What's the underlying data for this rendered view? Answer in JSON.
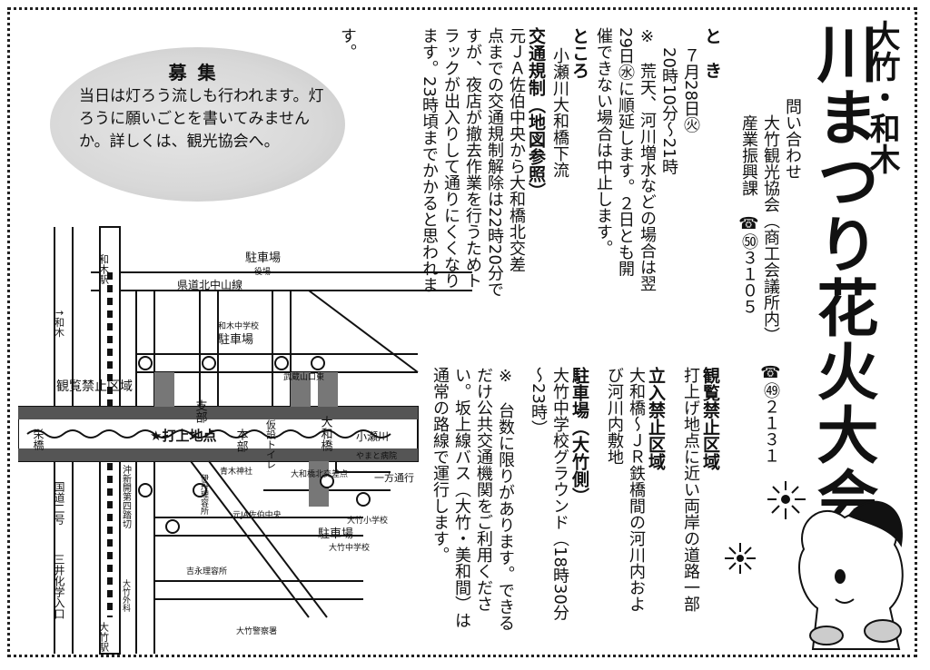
{
  "title": {
    "prefix": "大竹・和木",
    "main": "川まつり花火大会"
  },
  "inquiry": {
    "label": "問い合わせ",
    "org1": "大竹観光協会（商工会議所内）",
    "phone1": "☎㊾２１３１",
    "org2": "産業振興課",
    "phone2": "☎㊿３１０５"
  },
  "toki": {
    "heading": "と　き",
    "date": "７月28日㊋",
    "time": "20時10分～21時",
    "note": [
      "※　荒天、河川増水などの場合は翌",
      "29日㊌に順延します。２日とも開",
      "催できない場合は中止します。"
    ]
  },
  "tokoro": {
    "heading": "ところ",
    "place": "小瀬川大和橋下流"
  },
  "traffic": {
    "heading": "交通規制（地図参照）",
    "lines": [
      "元ＪＡ佐伯中央から大和橋北交差",
      "点までの交通規制解除は22時20分で",
      "すが、夜店が撤去作業を行うためト",
      "ラックが出入りして通りにくくなり",
      "ます。23時頃までかかると思われま",
      "す。"
    ]
  },
  "viewing_ban": {
    "heading": "観覧禁止区域",
    "lines": [
      "打上げ地点に近い両岸の道路一部"
    ]
  },
  "entry_ban": {
    "heading": "立入禁止区域",
    "lines": [
      "大和橋～ＪＲ鉄橋間の河川内およ",
      "び河川内敷地"
    ]
  },
  "parking": {
    "heading": "駐車場（大竹側）",
    "lines": [
      "大竹中学校グラウンド（18時30分",
      "～23時）"
    ]
  },
  "parking_note": {
    "lines": [
      "※　台数に限りがあります。できる",
      "だけ公共交通機関をご利用くださ",
      "い。坂上線バス（大竹・美和間）は",
      "通常の路線で運行します。"
    ]
  },
  "recruit": {
    "title": "募集",
    "text": "当日は灯ろう流しも行われます。灯ろうに願いごとを書いてみませんか。詳しくは、観光協会へ。"
  },
  "map": {
    "waki_station": "和木駅",
    "otake_station": "大竹駅",
    "parking1": "駐車場",
    "office": "役場",
    "route_road": "県道北中山線",
    "waki_school": "和木中学校",
    "parking2": "駐車場",
    "to_waki": "↑和木",
    "no_view": "観覧禁止区域",
    "branch": "支部",
    "musashi": "武蔵山口東",
    "sakae_bridge": "栄橋",
    "launch": "★打上地点",
    "hq": "本部",
    "toilet": "仮設トイレ",
    "yamato_bridge": "大和橋",
    "ozegawa": "小瀬川",
    "shinkai": "沖新開第四踏切",
    "yamato_hosp": "やまと病院",
    "aoki": "青木神社",
    "ito": "伊丹理容所",
    "yamato_cross": "大和橋北交差点",
    "one_way": "一方通行",
    "route2": "国道二号",
    "ja": "元JA佐伯中央",
    "otake_elem": "大竹小学校",
    "parking3": "駐車場",
    "otake_jhs": "大竹中学校",
    "yoshinaga": "吉永理容所",
    "mitsui": "三井化学入口",
    "geka": "大竹外科",
    "police": "大竹警察署"
  }
}
